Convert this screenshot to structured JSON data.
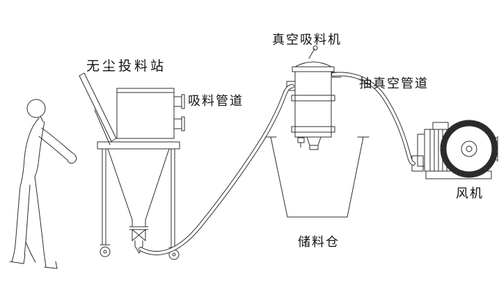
{
  "diagram": {
    "background": "#ffffff",
    "line_color": "#2b2b2b",
    "text_color": "#111111",
    "labels": {
      "feeding_station": "无尘投料站",
      "vacuum_feeder": "真空吸料机",
      "suction_pipe": "吸料管道",
      "vacuum_pipe": "抽真空管道",
      "storage_bin": "储料仓",
      "blower": "风机"
    }
  }
}
